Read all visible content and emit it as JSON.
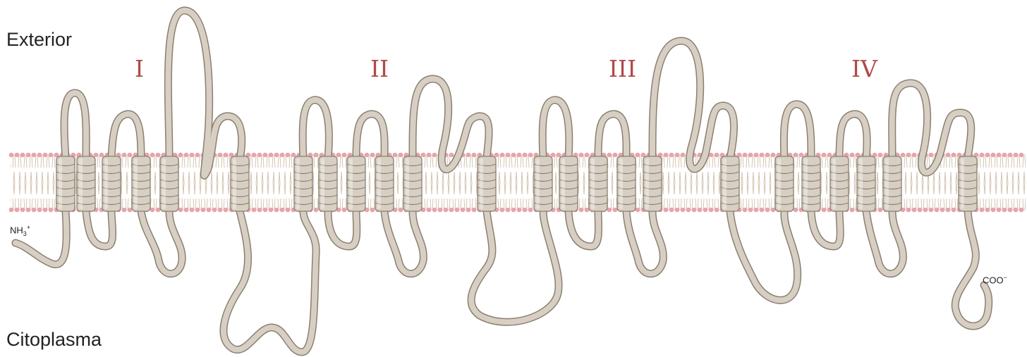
{
  "labels": {
    "exterior": "Exterior",
    "cytoplasm": "Citoplasma",
    "n_terminus": "NH3+",
    "c_terminus": "COO-"
  },
  "domains": [
    "I",
    "II",
    "III",
    "IV"
  ],
  "colors": {
    "membrane_head": "#e6a4ad",
    "membrane_tail": "#d4c4b0",
    "protein_fill": "#d8cfc4",
    "protein_edge": "#8a8070",
    "domain_label": "#b04a48",
    "text": "#222222"
  }
}
